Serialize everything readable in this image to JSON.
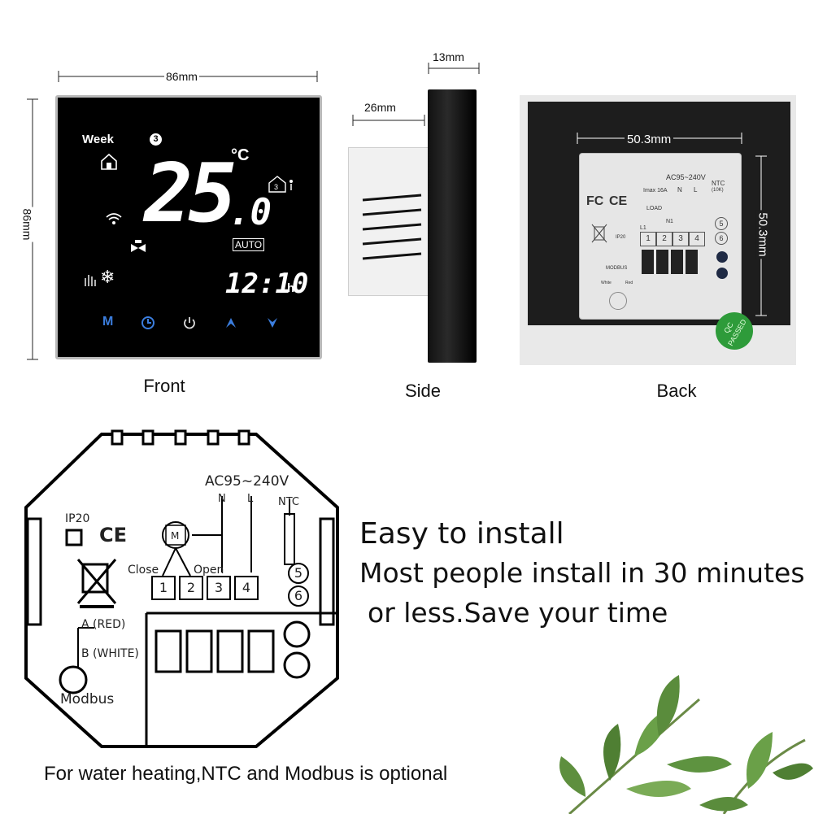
{
  "dimensions": {
    "front_width": "86mm",
    "front_height": "86mm",
    "side_depth": "26mm",
    "side_thickness": "13mm",
    "back_width": "50.3mm",
    "back_height": "50.3mm"
  },
  "captions": {
    "front": "Front",
    "side": "Side",
    "back": "Back"
  },
  "front_display": {
    "mode_label": "Week",
    "program_number": "3",
    "temperature_main": "25",
    "temperature_decimal": ".0",
    "temperature_unit": "°C",
    "auto_label": "AUTO",
    "time": "12:10",
    "time_unit": "h",
    "buttons": [
      "M",
      "clock",
      "power",
      "up",
      "down"
    ]
  },
  "back_module": {
    "fc": "FC",
    "ce": "CE",
    "voltage": "AC95~240V",
    "imax": "Imax 16A",
    "load": "LOAD",
    "n": "N",
    "l": "L",
    "l1": "L1",
    "n1": "N1",
    "ntc": "NTC",
    "ntc_sub": "(10K)",
    "terminals": [
      "1",
      "2",
      "3",
      "4"
    ],
    "ntc_terminals": [
      "5",
      "6"
    ],
    "ip20": "IP20",
    "modbus": "MODBUS",
    "white": "White",
    "red": "Red",
    "qc_top": "QC",
    "qc_bottom": "PASSED"
  },
  "wiring": {
    "voltage": "AC95~240V",
    "n": "N",
    "l": "L",
    "ntc": "NTC",
    "ip20": "IP20",
    "ce": "CE",
    "valve_symbol": "M",
    "close": "Close",
    "open": "Open",
    "terminals": [
      "1",
      "2",
      "3",
      "4"
    ],
    "ntc_terminals": [
      "5",
      "6"
    ],
    "a_red": "A (RED)",
    "b_white": "B (WHITE)",
    "modbus": "Modbus"
  },
  "promo": {
    "heading": "Easy to install",
    "line1": "Most people install in 30 minutes",
    "line2": "or less.Save your time"
  },
  "footer": {
    "note": "For water heating,NTC and Modbus is optional"
  },
  "colors": {
    "touch_blue": "#3b7ddd",
    "passed_green": "#2e9b3a"
  }
}
